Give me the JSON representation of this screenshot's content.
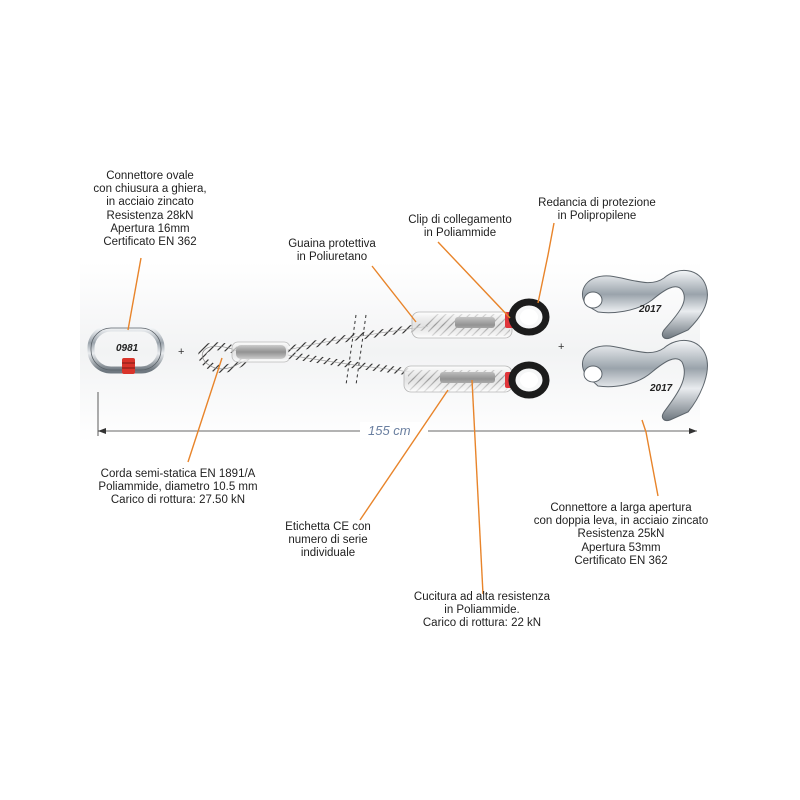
{
  "labels": {
    "oval_connector": [
      "Connettore ovale",
      "con chiusura a ghiera,",
      "in acciaio zincato",
      "Resistenza 28kN",
      "Apertura 16mm",
      "Certificato EN 362"
    ],
    "sheath": [
      "Guaina protettiva",
      "in Poliuretano"
    ],
    "clip": [
      "Clip di collegamento",
      "in Poliammide"
    ],
    "thimble": [
      "Redancia di protezione",
      "in Polipropilene"
    ],
    "rope": [
      "Corda semi-statica EN 1891/A",
      "Poliammide, diametro 10.5 mm",
      "Carico di rottura: 27.50 kN"
    ],
    "ce_label": [
      "Etichetta CE con",
      "numero di serie",
      "individuale"
    ],
    "stitching": [
      "Cucitura ad alta resistenza",
      "in Poliammide.",
      "Carico di rottura: 22 kN"
    ],
    "hook_connector": [
      "Connettore a larga apertura",
      "con doppia leva, in acciaio zincato",
      "Resistenza 25kN",
      "Apertura 53mm",
      "Certificato EN 362"
    ]
  },
  "markings": {
    "oval_model": "0981",
    "hook_model": "2017",
    "dimension": "155 cm",
    "plus": "+"
  },
  "colors": {
    "leader_lines": "#e8842a",
    "dimension_text": "#6a7fa0",
    "connector_lock": "#d9342b",
    "clip": "#e0353a"
  }
}
